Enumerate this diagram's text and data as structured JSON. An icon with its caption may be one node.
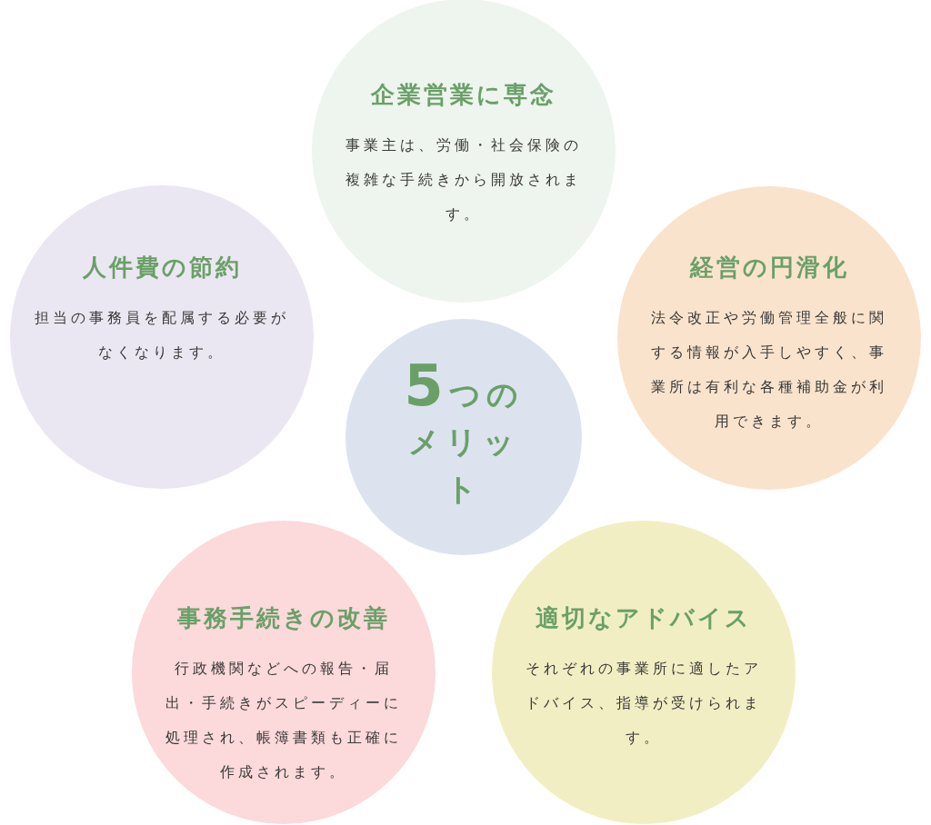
{
  "diagram": {
    "nodes": [
      {
        "text": [
          "企業営業に専念",
          "事業主は、労働・社会保険の複雑な手続きから開放されます。"
        ]
      },
      {
        "text": [
          "人件費の節約",
          "担当の事務員を配属する必要がなくなります。"
        ]
      },
      {
        "text": [
          "経営の円滑化",
          "法令改正や労働管理全般に関する情報が入手しやすく、事業所は有利な各種補助金が利用できます。"
        ]
      },
      {
        "text": [
          "5つのメリット"
        ]
      },
      {
        "text": [
          "事務手続きの改善",
          "行政機関などへの報告・届出・手続きがスピーディーに処理され、帳簿書類も正確に作成されます。"
        ]
      },
      {
        "text": [
          "適切なアドバイス",
          "それぞれの事業所に適したアドバイス、指導が受けられます。"
        ]
      }
    ]
  }
}
